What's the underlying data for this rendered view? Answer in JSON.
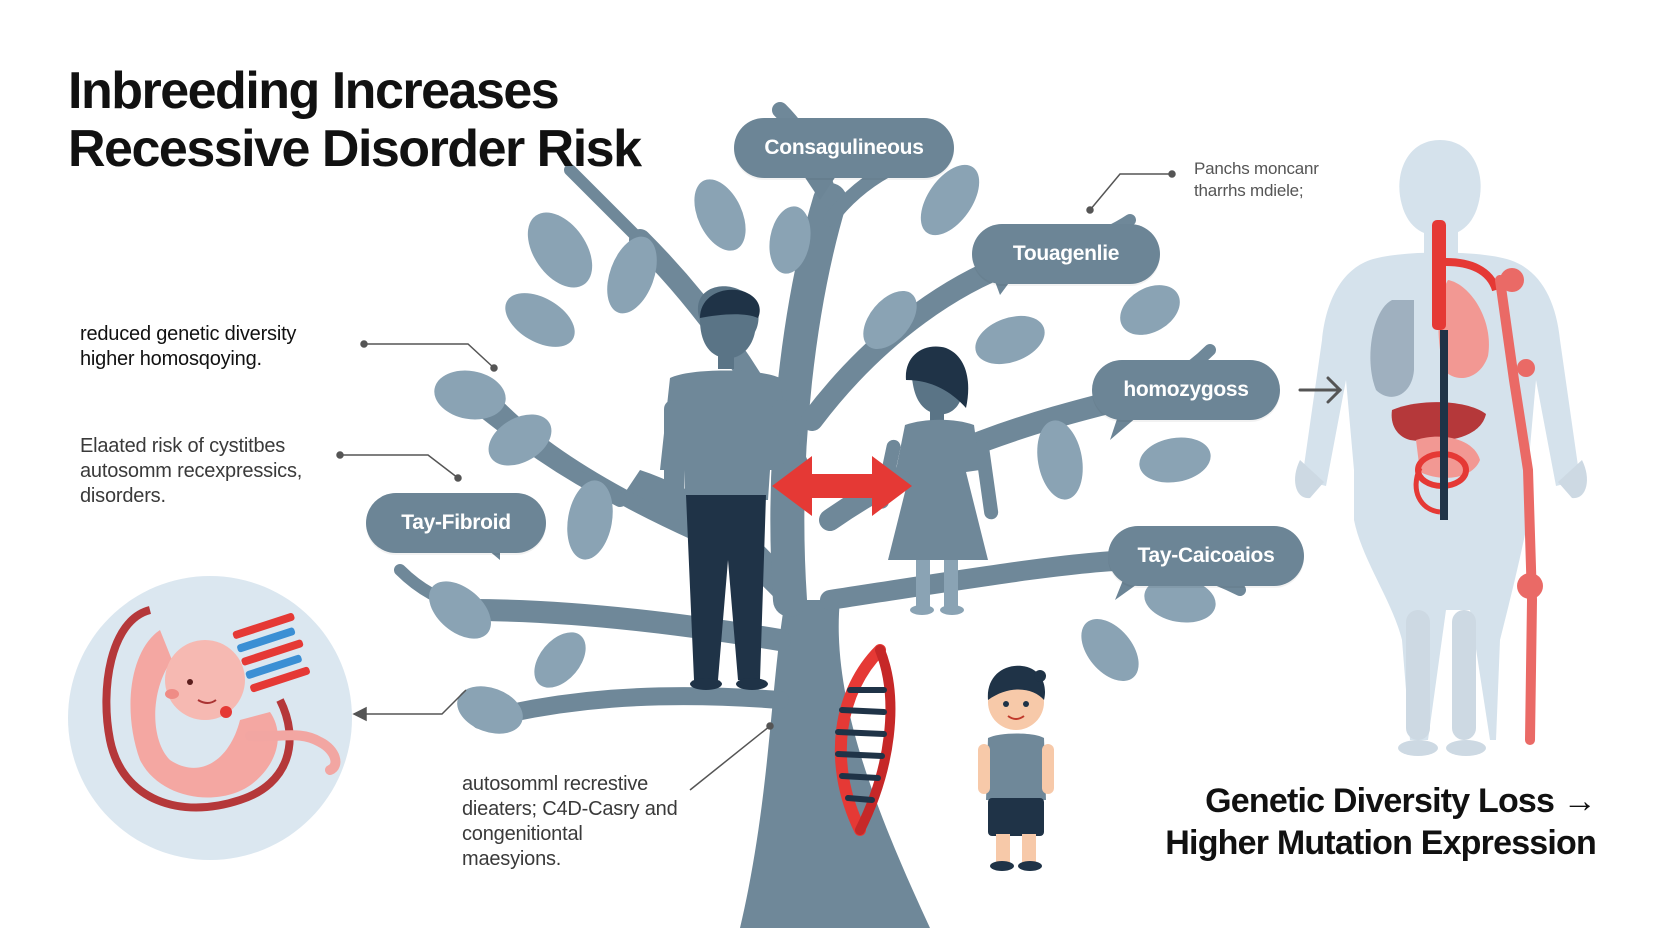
{
  "title": {
    "line1": "Inbreeding Increases",
    "line2": "Recessive Disorder Risk"
  },
  "pills": {
    "consanguineous": "Consagulineous",
    "touagenlie": "Touagenlie",
    "homozygoss": "homozygoss",
    "tay_fibroid": "Tay-Fibroid",
    "tay_calcoaios": "Tay-Caicoaios"
  },
  "notes": {
    "top_right": {
      "line1": "Panchs moncanr",
      "line2": "tharrhs mdiele;"
    },
    "diversity": {
      "line1": "reduced genetic diversity",
      "line2": "higher homosqoying."
    },
    "risk": {
      "line1": "Elaated risk of cystitbes",
      "line2": "autosomm recexpressics,",
      "line3": "disorders."
    },
    "bottom": {
      "line1": "autosomml recrestive",
      "line2": "dieaters; C4D-Casry and",
      "line3": "congenitiontal",
      "line4": "maesyions."
    }
  },
  "footer": {
    "line1": "Genetic Diversity Loss →",
    "line2": "Higher Mutation Expression"
  },
  "colors": {
    "tree": "#6f8899",
    "pill": "#6c8596",
    "accent_red": "#e53935",
    "body_silhouette": "#d5e2ec",
    "dark_navy": "#1f3347"
  },
  "icons": [
    "family-tree-illustration",
    "man-figure",
    "woman-figure",
    "child-figure",
    "double-arrow-icon",
    "dna-strand-icon",
    "fetus-illustration",
    "human-body-anatomy",
    "right-arrow-icon"
  ]
}
